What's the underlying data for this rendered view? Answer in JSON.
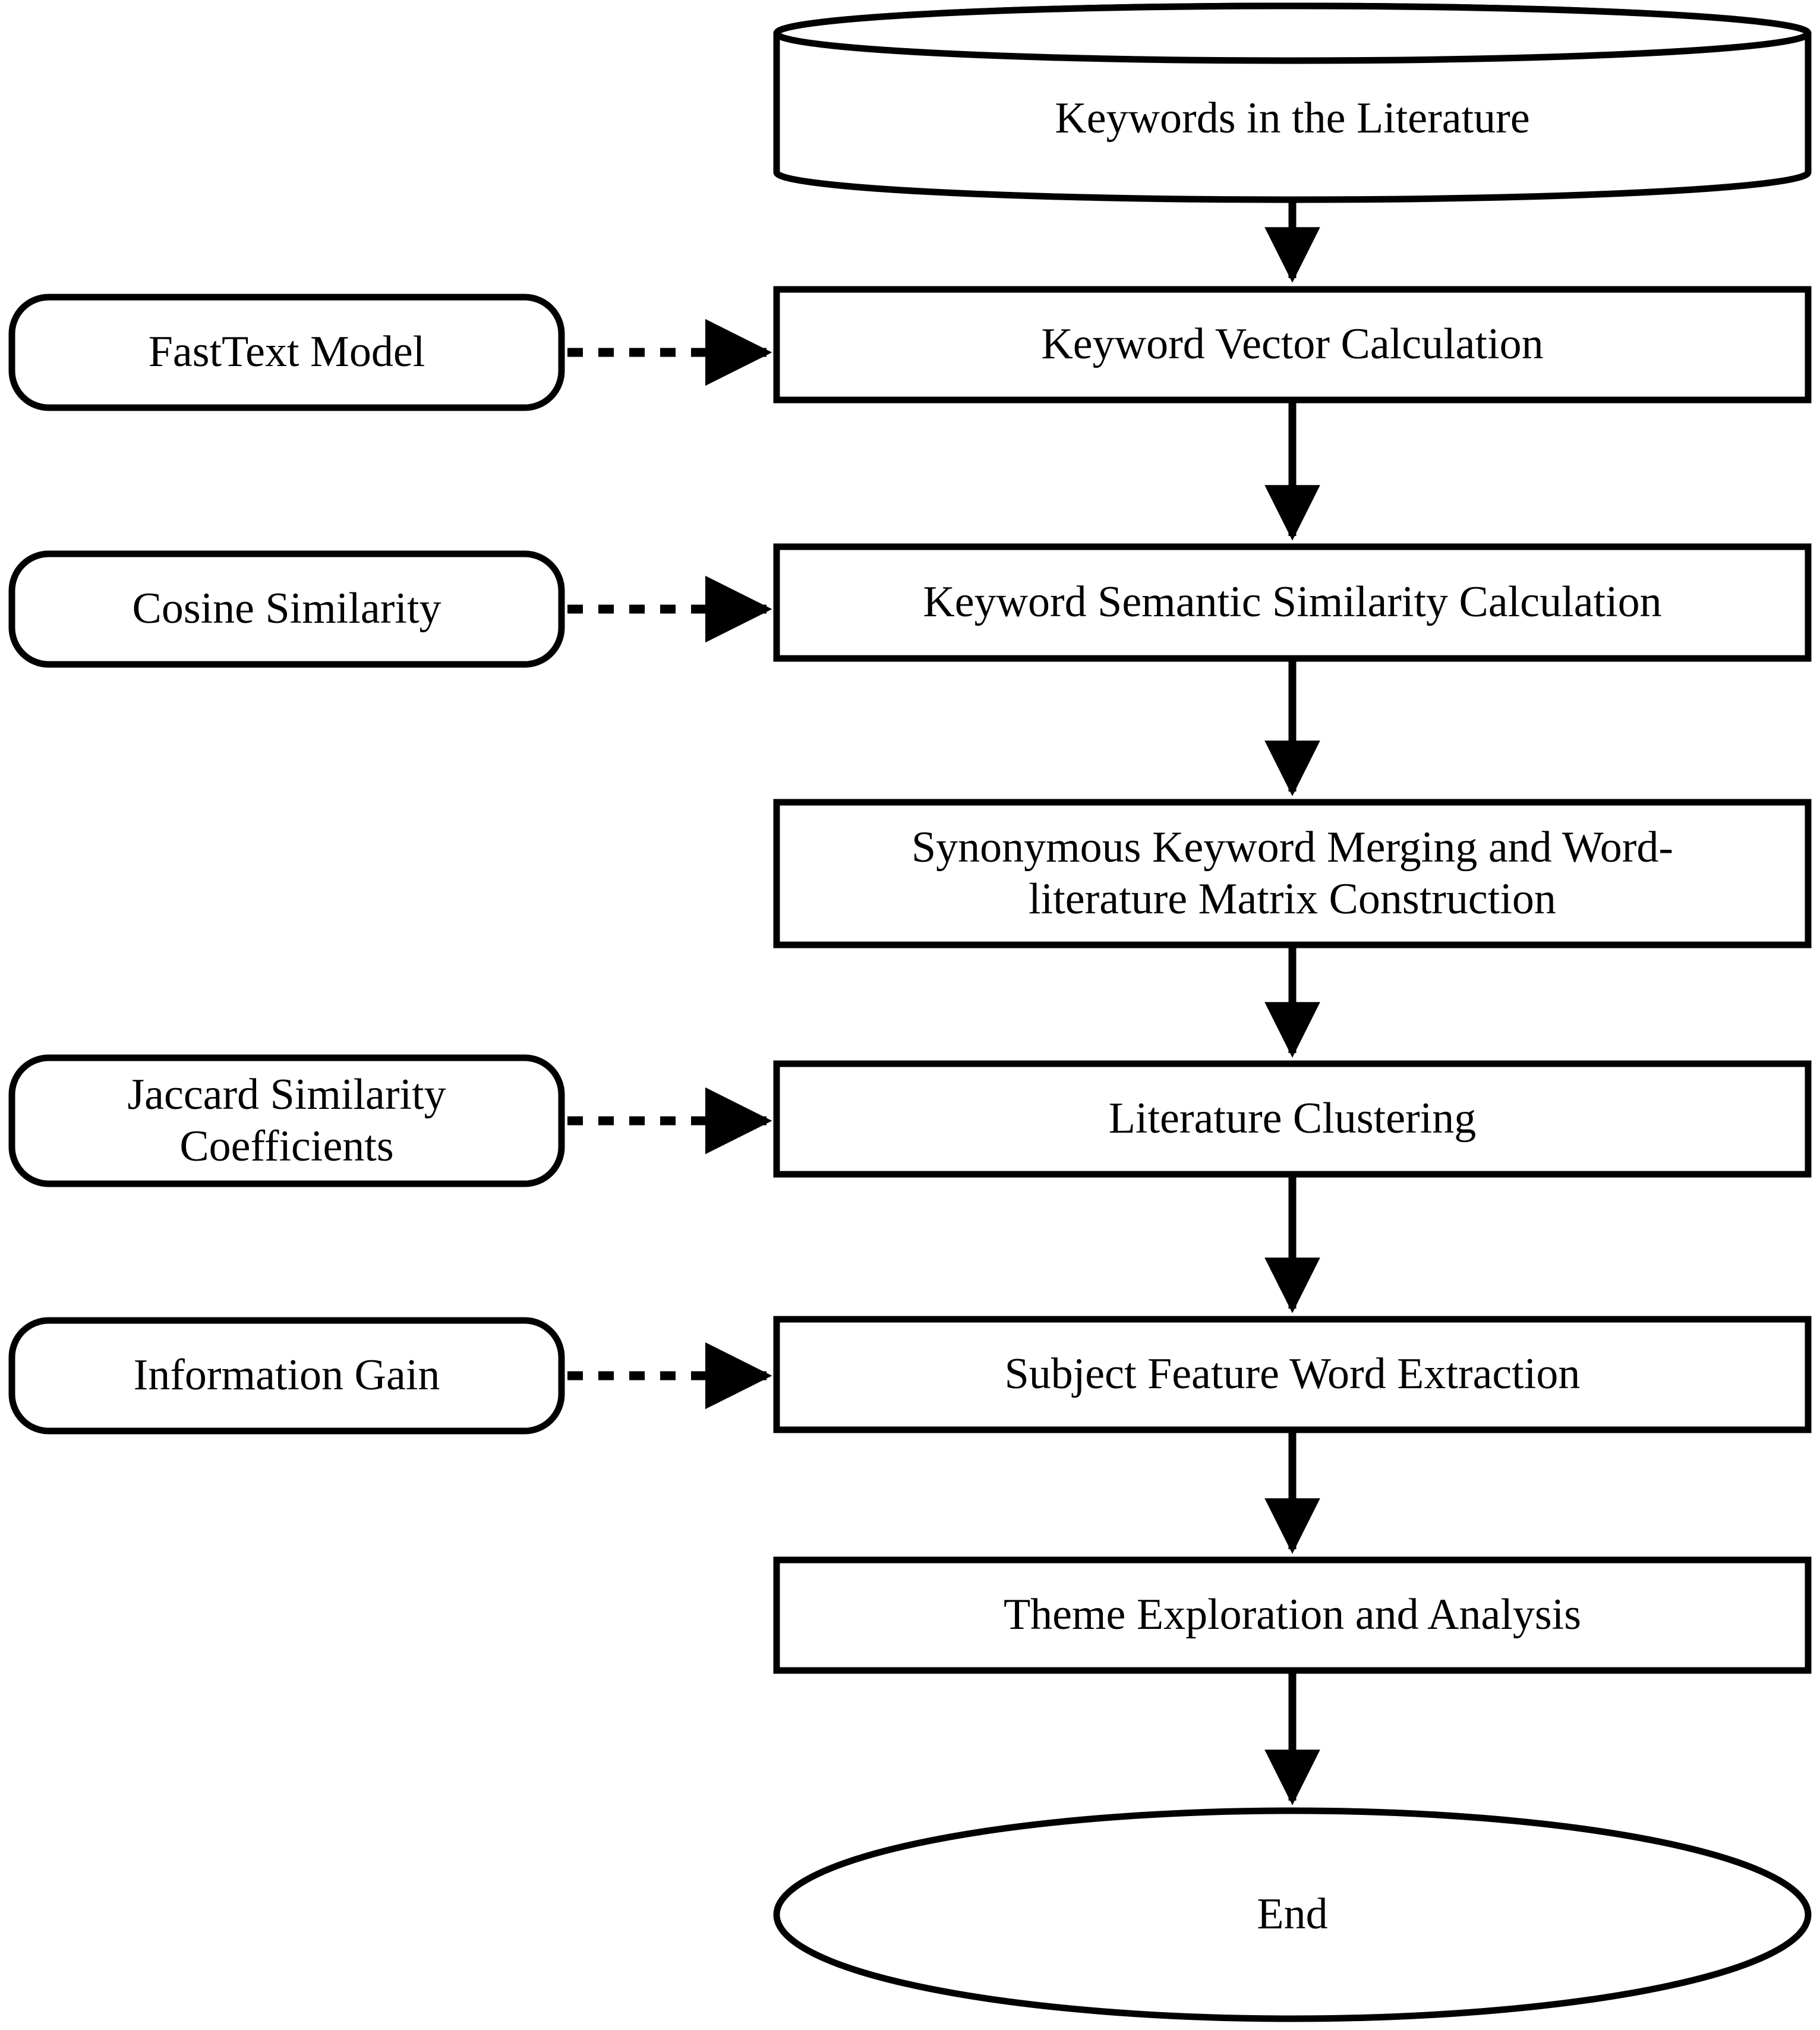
{
  "diagram": {
    "title": "Literature theme mining flowchart",
    "stroke_color": "#000000",
    "fill_color": "#ffffff",
    "background": "#ffffff"
  },
  "main_flow": [
    {
      "id": "keywords-in-the-literature",
      "shape": "cylinder",
      "label": "Keywords in the Literature"
    },
    {
      "id": "keyword-vector-calculation",
      "shape": "rectangle",
      "label": "Keyword Vector Calculation"
    },
    {
      "id": "keyword-semantic-similarity-calculation",
      "shape": "rectangle",
      "label": "Keyword Semantic Similarity Calculation"
    },
    {
      "id": "synonymous-keyword-merging",
      "shape": "rectangle",
      "label": "Synonymous Keyword Merging and Word-\nliterature Matrix Construction"
    },
    {
      "id": "literature-clustering",
      "shape": "rectangle",
      "label": "Literature Clustering"
    },
    {
      "id": "subject-feature-word-extraction",
      "shape": "rectangle",
      "label": "Subject Feature Word Extraction"
    },
    {
      "id": "theme-exploration-and-analysis",
      "shape": "rectangle",
      "label": "Theme Exploration and Analysis"
    },
    {
      "id": "end",
      "shape": "ellipse",
      "label": "End"
    }
  ],
  "aux_nodes": [
    {
      "id": "fasttext-model",
      "shape": "rounded-rectangle",
      "label": "FastText Model",
      "targets": "keyword-vector-calculation"
    },
    {
      "id": "cosine-similarity",
      "shape": "rounded-rectangle",
      "label": "Cosine Similarity",
      "targets": "keyword-semantic-similarity-calculation"
    },
    {
      "id": "jaccard-similarity-coefficients",
      "shape": "rounded-rectangle",
      "label": "Jaccard Similarity\nCoefficients",
      "targets": "literature-clustering"
    },
    {
      "id": "information-gain",
      "shape": "rounded-rectangle",
      "label": "Information Gain",
      "targets": "subject-feature-word-extraction"
    }
  ],
  "connectors": {
    "vertical_style": "solid-arrow",
    "aux_style": "dotted-arrow"
  }
}
